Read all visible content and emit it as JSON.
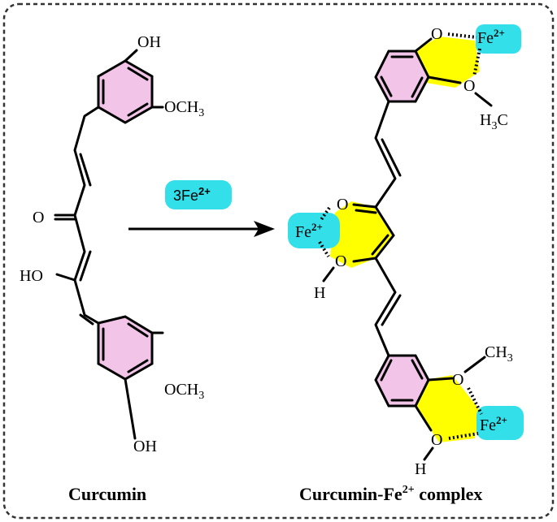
{
  "reagent": {
    "base": "3Fe",
    "sup": "2+"
  },
  "left": {
    "caption": "Curcumin",
    "oh_top": "OH",
    "och3_top_base": "OCH",
    "och3_top_sub": "3",
    "carbonyl_o": "O",
    "ho": "HO",
    "och3_bot_base": "OCH",
    "och3_bot_sub": "3",
    "oh_bot": "OH"
  },
  "right": {
    "caption_base": "Curcumin-Fe",
    "caption_sup": "2+",
    "caption_tail": " complex",
    "fe_base": "Fe",
    "fe_sup": "2+",
    "o": "O",
    "h": "H",
    "h3c_base": "H",
    "h3c_sub": "3",
    "h3c_tail": "C",
    "ch3_base": "CH",
    "ch3_sub": "3"
  },
  "colors": {
    "ring_fill": "#f2c4e8",
    "chelate_fill": "#ffff00",
    "iron_fill": "#33e0ea",
    "border": "#333333"
  }
}
